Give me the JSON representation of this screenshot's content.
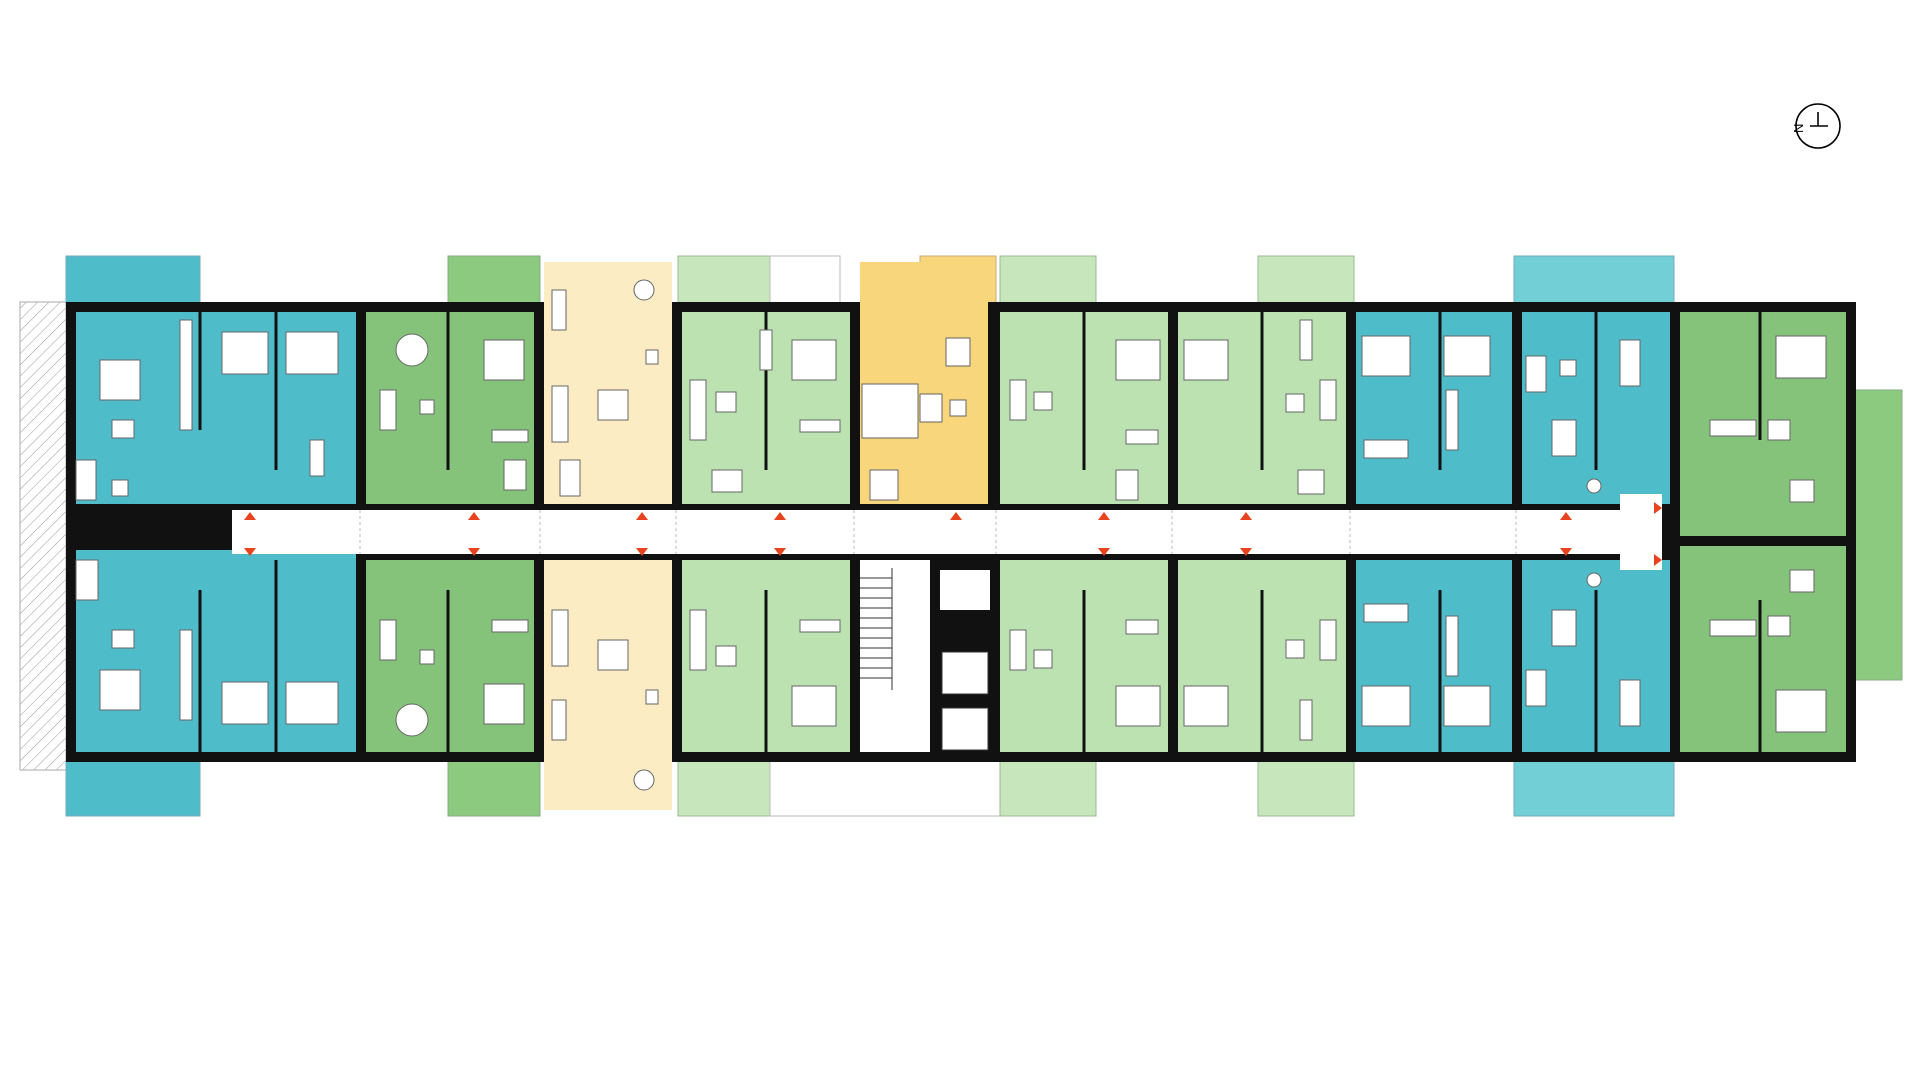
{
  "compass": {
    "label": "N"
  },
  "colors": {
    "unit_teal": "#4fbcca",
    "unit_teal_balcony": "#72cfd6",
    "unit_green": "#85c37a",
    "unit_green_balcony": "#8cca80",
    "unit_light_green": "#bde2b2",
    "unit_light_green_balcony": "#c7e6bc",
    "unit_cream": "#fbecc3",
    "unit_yellow": "#f8d67c",
    "wall": "#111111",
    "corridor": "#ffffff",
    "entry_marker": "#e8431e",
    "furniture": "#ffffff"
  },
  "units": [
    {
      "id": "north-1",
      "type": "teal"
    },
    {
      "id": "north-2",
      "type": "green"
    },
    {
      "id": "north-3",
      "type": "cream"
    },
    {
      "id": "north-4",
      "type": "light-green"
    },
    {
      "id": "north-5",
      "type": "yellow"
    },
    {
      "id": "north-6",
      "type": "light-green"
    },
    {
      "id": "north-7",
      "type": "light-green"
    },
    {
      "id": "north-8",
      "type": "teal"
    },
    {
      "id": "north-9",
      "type": "teal"
    },
    {
      "id": "north-10",
      "type": "green"
    },
    {
      "id": "south-1",
      "type": "teal"
    },
    {
      "id": "south-2",
      "type": "green"
    },
    {
      "id": "south-3",
      "type": "cream"
    },
    {
      "id": "south-4",
      "type": "light-green"
    },
    {
      "id": "south-5",
      "type": "light-green"
    },
    {
      "id": "south-6",
      "type": "light-green"
    },
    {
      "id": "south-7",
      "type": "teal"
    },
    {
      "id": "south-8",
      "type": "teal"
    },
    {
      "id": "south-9",
      "type": "green"
    }
  ]
}
